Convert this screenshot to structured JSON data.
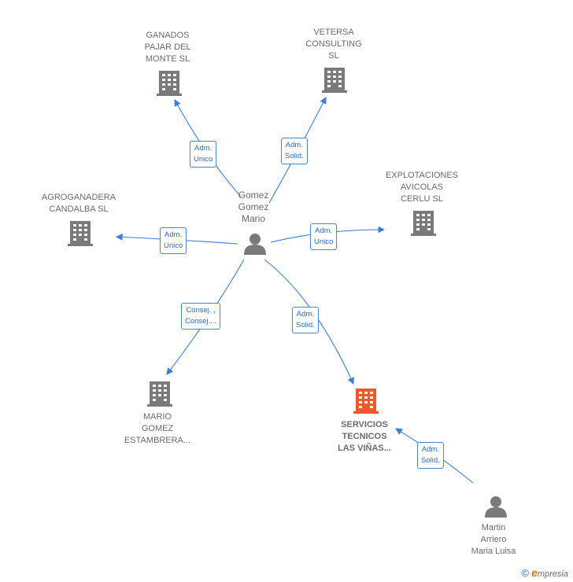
{
  "person_main": {
    "name": "Gomez\nGomez\nMario"
  },
  "companies": {
    "ganados": "GANADOS\nPAJAR DEL\nMONTE  SL",
    "vetersa": "VETERSA\nCONSULTING\nSL",
    "explotaciones": "EXPLOTACIONES\nAVICOLAS\nCERLU  SL",
    "agroganadera": "AGROGANADERA\nCANDALBA  SL",
    "mario": "MARIO\nGOMEZ\nESTAMBRERA...",
    "servicios": "SERVICIOS\nTECNICOS\nLAS VIÑAS..."
  },
  "person_second": {
    "name": "Martin\nArriero\nMaria Luisa"
  },
  "edges": {
    "ganados": "Adm.\nUnico",
    "vetersa": "Adm.\nSolid.",
    "explotaciones": "Adm.\nUnico",
    "agroganadera": "Adm.\nUnico",
    "mario": "Consej. ,\nConsej....",
    "servicios": "Adm.\nSolid.",
    "martin": "Adm.\nSolid."
  },
  "colors": {
    "edge": "#3b7dd8",
    "building": "#7a7a7a",
    "building_focus": "#f05a2a",
    "person": "#7a7a7a"
  },
  "logo": {
    "copyright": "©",
    "brand_first": "e",
    "brand_rest": "mpresia"
  }
}
